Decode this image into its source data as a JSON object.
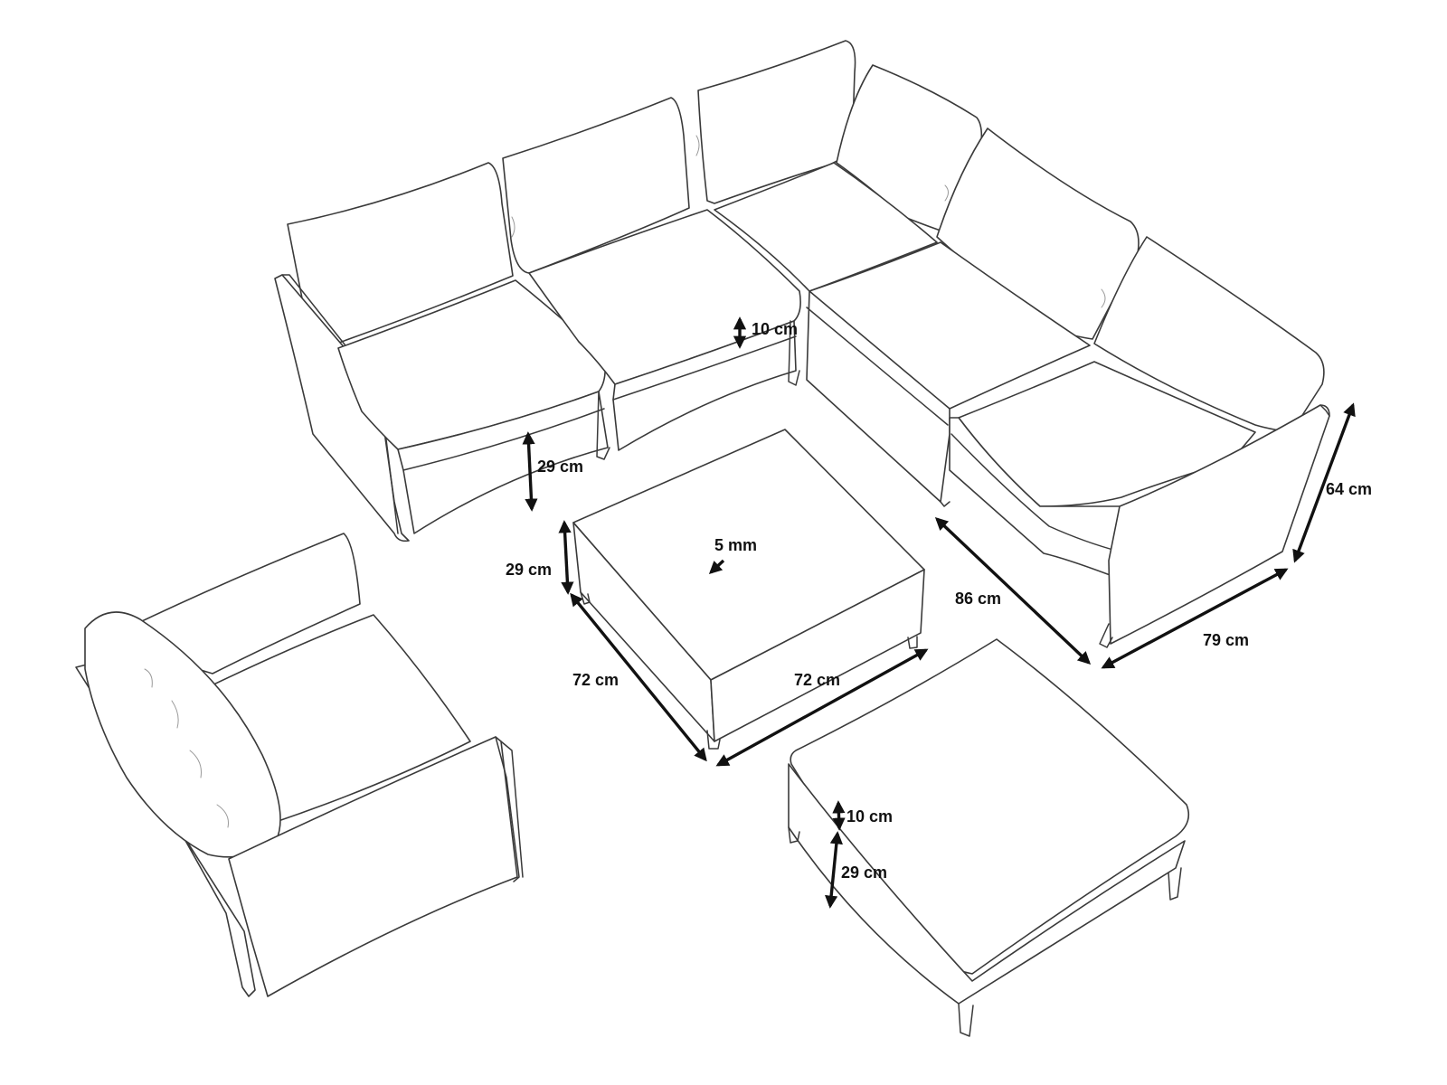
{
  "diagram": {
    "colors": {
      "ink": "#111111",
      "outline": "#3a3a3a",
      "shade": "#ececec",
      "background": "#ffffff"
    },
    "labels": {
      "cushion_thickness_top": "10 cm",
      "seat_height_left": "29 cm",
      "table_height": "29 cm",
      "table_glass": "5 mm",
      "table_depth": "72 cm",
      "table_width": "72 cm",
      "module_depth": "86 cm",
      "module_width": "79 cm",
      "module_height": "64 cm",
      "ottoman_cushion": "10 cm",
      "ottoman_height": "29 cm"
    }
  }
}
